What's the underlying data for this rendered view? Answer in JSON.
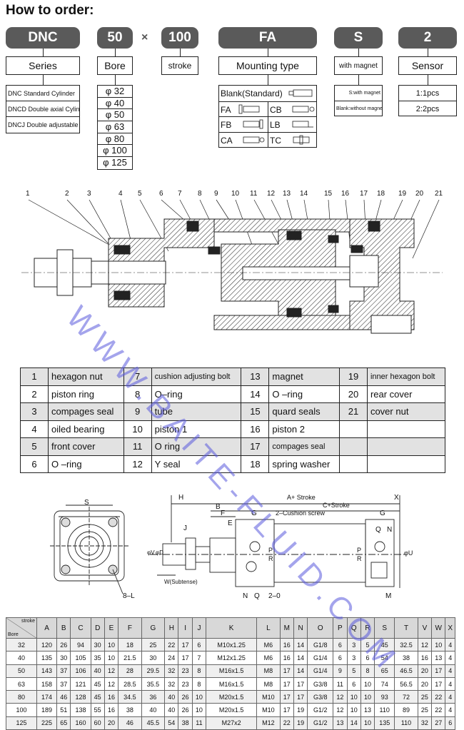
{
  "title": "How to order:",
  "order": {
    "codes": [
      "DNC",
      "50",
      "100",
      "FA",
      "S",
      "2"
    ],
    "separator": "×",
    "headers": [
      "Series",
      "Bore",
      "stroke",
      "Mounting type",
      "with magnet",
      "Sensor"
    ],
    "series_options": [
      "DNC Standard Cylinder",
      "DNCD Double axial Cylinder",
      "DNCJ Double adjustable Cylinder"
    ],
    "bore_options": [
      "φ 32",
      "φ 40",
      "φ 50",
      "φ 63",
      "φ 80",
      "φ 100",
      "φ 125"
    ],
    "mounting_options": [
      "Blank(Standard)",
      "FA",
      "CB",
      "FB",
      "LB",
      "CA",
      "TC"
    ],
    "magnet_options": [
      "S:with magnet",
      "Blank:without magnet"
    ],
    "sensor_options": [
      "1:1pcs",
      "2:2pcs"
    ]
  },
  "watermark": "WWW.BAITE-FLUID.COM",
  "drawing_numbers": [
    "1",
    "2",
    "3",
    "4",
    "5",
    "6",
    "7",
    "8",
    "9",
    "10",
    "11",
    "12",
    "13",
    "14",
    "15",
    "16",
    "17",
    "18",
    "19",
    "20",
    "21"
  ],
  "parts": [
    [
      {
        "n": "1",
        "name": "hexagon nut"
      },
      {
        "n": "7",
        "name": "cushion adjusting bolt"
      },
      {
        "n": "13",
        "name": "magnet"
      },
      {
        "n": "19",
        "name": "inner hexagon bolt"
      }
    ],
    [
      {
        "n": "2",
        "name": "piston ring"
      },
      {
        "n": "8",
        "name": "O–ring"
      },
      {
        "n": "14",
        "name": "O –ring"
      },
      {
        "n": "20",
        "name": "rear cover"
      }
    ],
    [
      {
        "n": "3",
        "name": "compages seal"
      },
      {
        "n": "9",
        "name": "tube"
      },
      {
        "n": "15",
        "name": "quard seals"
      },
      {
        "n": "21",
        "name": "cover nut"
      }
    ],
    [
      {
        "n": "4",
        "name": "oiled bearing"
      },
      {
        "n": "10",
        "name": "piston 1"
      },
      {
        "n": "16",
        "name": "piston 2"
      },
      {
        "n": "",
        "name": ""
      }
    ],
    [
      {
        "n": "5",
        "name": "front cover"
      },
      {
        "n": "11",
        "name": "O ring"
      },
      {
        "n": "17",
        "name": "compages seal"
      },
      {
        "n": "",
        "name": ""
      }
    ],
    [
      {
        "n": "6",
        "name": "O –ring"
      },
      {
        "n": "12",
        "name": "Y  seal"
      },
      {
        "n": "18",
        "name": "spring washer"
      },
      {
        "n": "",
        "name": ""
      }
    ]
  ],
  "dim_labels": {
    "S": "S",
    "H": "H",
    "A": "A+ Stroke",
    "C": "C+Stroke",
    "X": "X",
    "B": "B",
    "F": "F",
    "G": "G",
    "E": "E",
    "J": "J",
    "cushion": "2–Cushion screw",
    "W": "W(Subtense)",
    "L": "8–L",
    "D": "φD",
    "V": "φV",
    "O": "2–0",
    "N": "N",
    "Q": "Q",
    "M": "M",
    "R": "R",
    "P": "P",
    "U": "φU"
  },
  "dims": {
    "corner_top": "stroke",
    "corner_bottom": "Bore",
    "columns": [
      "A",
      "B",
      "C",
      "D",
      "E",
      "F",
      "G",
      "H",
      "I",
      "J",
      "K",
      "L",
      "M",
      "N",
      "O",
      "P",
      "Q",
      "R",
      "S",
      "T",
      "V",
      "W",
      "X"
    ],
    "rows": [
      [
        "32",
        "120",
        "26",
        "94",
        "30",
        "10",
        "18",
        "25",
        "22",
        "17",
        "6",
        "M10x1.25",
        "M6",
        "16",
        "14",
        "G1/8",
        "6",
        "3",
        "5",
        "45",
        "32.5",
        "12",
        "10",
        "4"
      ],
      [
        "40",
        "135",
        "30",
        "105",
        "35",
        "10",
        "21.5",
        "30",
        "24",
        "17",
        "7",
        "M12x1.25",
        "M6",
        "16",
        "14",
        "G1/4",
        "6",
        "3",
        "6",
        "54",
        "38",
        "16",
        "13",
        "4"
      ],
      [
        "50",
        "143",
        "37",
        "106",
        "40",
        "12",
        "28",
        "29.5",
        "32",
        "23",
        "8",
        "M16x1.5",
        "M8",
        "17",
        "14",
        "G1/4",
        "9",
        "5",
        "8",
        "65",
        "46.5",
        "20",
        "17",
        "4"
      ],
      [
        "63",
        "158",
        "37",
        "121",
        "45",
        "12",
        "28.5",
        "35.5",
        "32",
        "23",
        "8",
        "M16x1.5",
        "M8",
        "17",
        "17",
        "G3/8",
        "11",
        "6",
        "10",
        "74",
        "56.5",
        "20",
        "17",
        "4"
      ],
      [
        "80",
        "174",
        "46",
        "128",
        "45",
        "16",
        "34.5",
        "36",
        "40",
        "26",
        "10",
        "M20x1.5",
        "M10",
        "17",
        "17",
        "G3/8",
        "12",
        "10",
        "10",
        "93",
        "72",
        "25",
        "22",
        "4"
      ],
      [
        "100",
        "189",
        "51",
        "138",
        "55",
        "16",
        "38",
        "40",
        "40",
        "26",
        "10",
        "M20x1.5",
        "M10",
        "17",
        "19",
        "G1/2",
        "12",
        "10",
        "13",
        "110",
        "89",
        "25",
        "22",
        "4"
      ],
      [
        "125",
        "225",
        "65",
        "160",
        "60",
        "20",
        "46",
        "45.5",
        "54",
        "38",
        "11",
        "M27x2",
        "M12",
        "22",
        "19",
        "G1/2",
        "13",
        "14",
        "10",
        "135",
        "110",
        "32",
        "27",
        "6"
      ]
    ]
  }
}
